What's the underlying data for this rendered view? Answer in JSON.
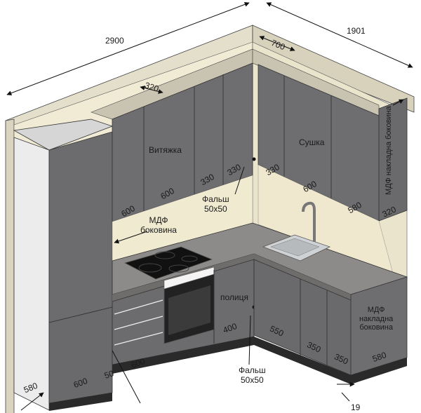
{
  "overall": {
    "width_main": "2900",
    "width_side": "1901"
  },
  "upper": {
    "depth": "320",
    "corner_width": "700",
    "hood_label": "Витяжка",
    "dryer_label": "Сушка",
    "widths": [
      "600",
      "600",
      "330",
      "330",
      "330",
      "600",
      "580"
    ],
    "end_depth": "320",
    "end_panel_label": "МДФ накладна боковина"
  },
  "filler_top": {
    "label": "Фальш",
    "size": "50x50"
  },
  "mdf_side": {
    "label_1": "МДФ",
    "label_2": "боковина"
  },
  "lower": {
    "shelf_label": "полиця",
    "widths": [
      "400",
      "550",
      "350",
      "350",
      "580"
    ],
    "left_widths": [
      "600",
      "50",
      "600"
    ],
    "tall_depth": "580",
    "end_panel_label": {
      "line1": "МДФ",
      "line2": "накладна",
      "line3": "боковина"
    },
    "plinth_gap": "19"
  },
  "filler_bottom": {
    "label": "Фальш",
    "size": "50x50"
  },
  "colors": {
    "wall": "#efe9d6",
    "wall_top": "#c9c4b1",
    "cabinet": "#6c6c6e",
    "cabinet_dark": "#555557",
    "cabinet_light": "#7d7d80",
    "countertop": "#8a8886",
    "plinth": "#2a2a2a",
    "backsplash": "#f0ead0",
    "tall_side": "#eeeeee"
  }
}
